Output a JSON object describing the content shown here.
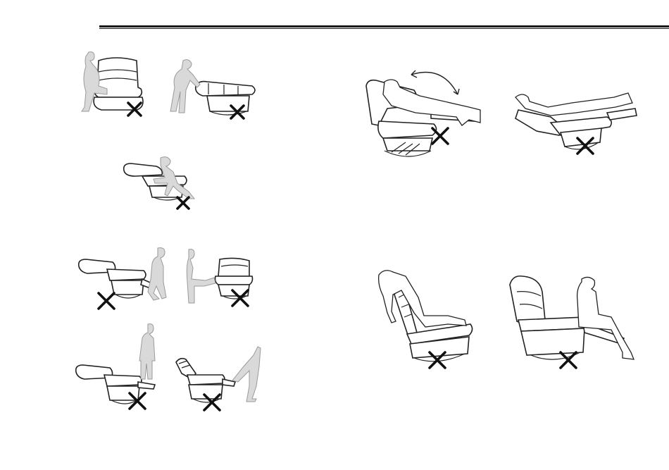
{
  "page": {
    "header_rule": true,
    "warning_mark": "✕",
    "illustrations": [
      {
        "id": "sit-on-armrest",
        "prohibited": true
      },
      {
        "id": "lift-by-footrest",
        "prohibited": true
      },
      {
        "id": "lean-over-back",
        "prohibited": true
      },
      {
        "id": "stand-near-reclined-back",
        "prohibited": true
      },
      {
        "id": "kick-footrest-closed",
        "prohibited": true
      },
      {
        "id": "stand-on-footrest",
        "prohibited": true
      },
      {
        "id": "push-footrest-with-foot",
        "prohibited": true
      },
      {
        "id": "rock-swing-reclined",
        "prohibited": true
      },
      {
        "id": "lie-fully-reclined",
        "prohibited": true
      },
      {
        "id": "lean-over-from-behind",
        "prohibited": true
      },
      {
        "id": "sit-on-footrest",
        "prohibited": true
      }
    ]
  }
}
